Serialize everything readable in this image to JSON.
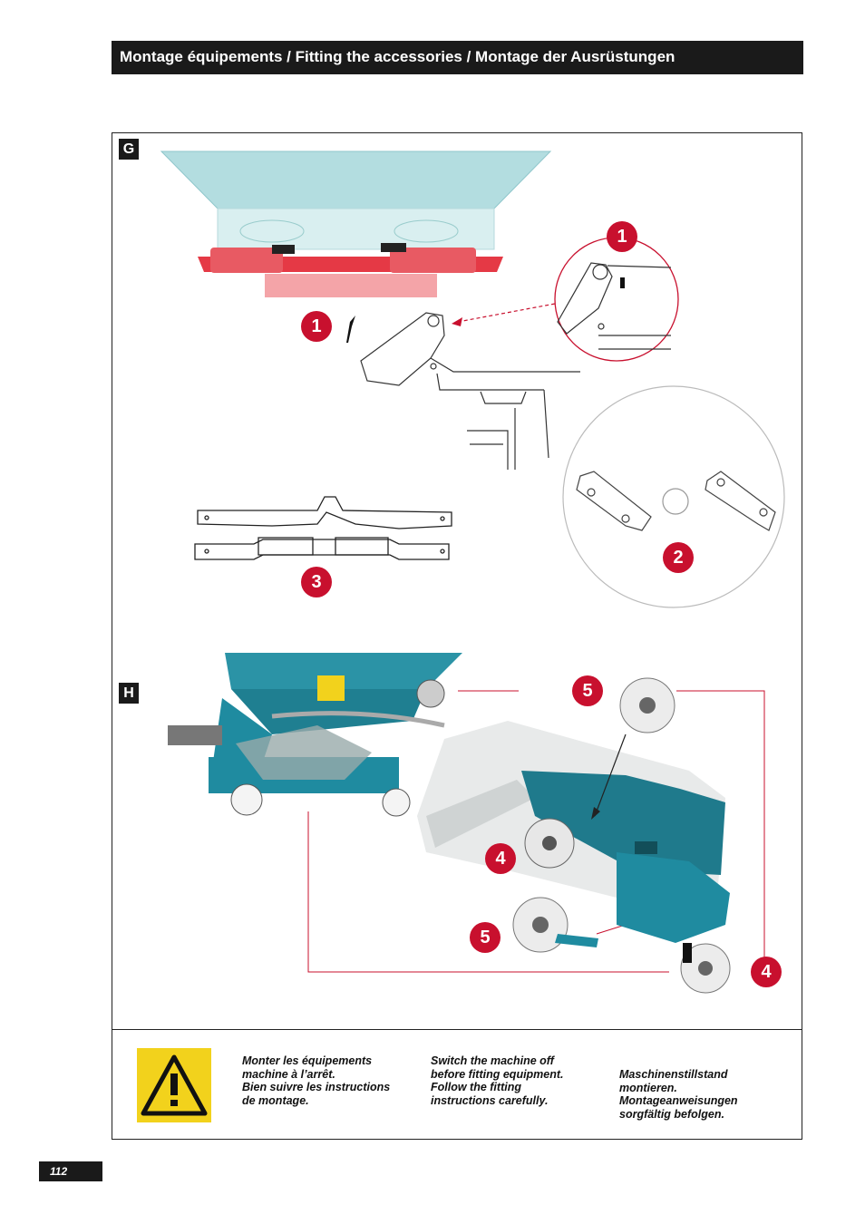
{
  "header": {
    "title": "Montage équipements / Fitting the accessories / Montage der Ausrüstungen"
  },
  "sections": {
    "g_label": "G",
    "h_label": "H"
  },
  "callouts": {
    "g_1_top": "1",
    "g_1_left": "1",
    "g_2": "2",
    "g_3": "3",
    "h_5_top": "5",
    "h_4_mid": "4",
    "h_5_bottom": "5",
    "h_4_bottom": "4"
  },
  "warning": {
    "icon": "warning-triangle-icon",
    "color": "#f2d21c",
    "fr": "Monter les équipements\nmachine à l’arrêt.\nBien suivre les instructions\nde montage.",
    "en": "Switch the machine off\nbefore fitting equipment.\nFollow the fitting\ninstructions carefully.",
    "de": "Maschinenstillstand\nmontieren.\nMontageanweisungen\nsorgfältig befolgen."
  },
  "page_number": "112",
  "colors": {
    "accent_red": "#c8102e",
    "machine_teal": "#1f8ba0",
    "hopper_light": "#a8d8dc"
  }
}
